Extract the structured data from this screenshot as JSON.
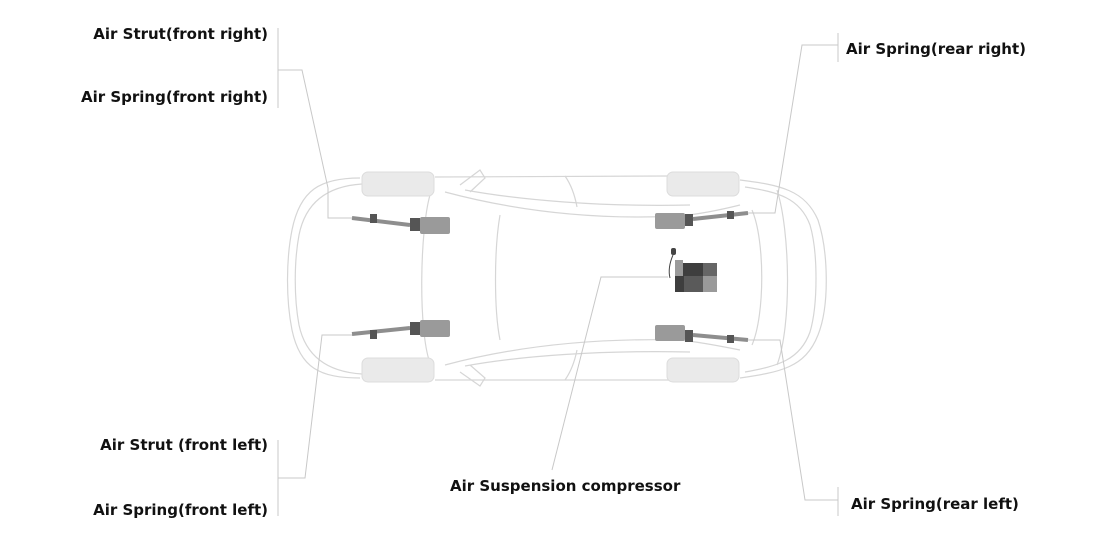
{
  "labels": {
    "strut_front_right": "Air Strut(front right)",
    "spring_front_right": "Air Spring(front right)",
    "strut_front_left": "Air Strut (front left)",
    "spring_front_left": "Air Spring(front left)",
    "spring_rear_right": "Air Spring(rear right)",
    "spring_rear_left": "Air Spring(rear left)",
    "compressor": "Air Suspension compressor"
  },
  "colors": {
    "outline": "#d6d6d6",
    "part_light": "#9a9a9a",
    "part_dark": "#555555",
    "wheel": "#eaeaea",
    "leader": "#c8c8c8"
  }
}
